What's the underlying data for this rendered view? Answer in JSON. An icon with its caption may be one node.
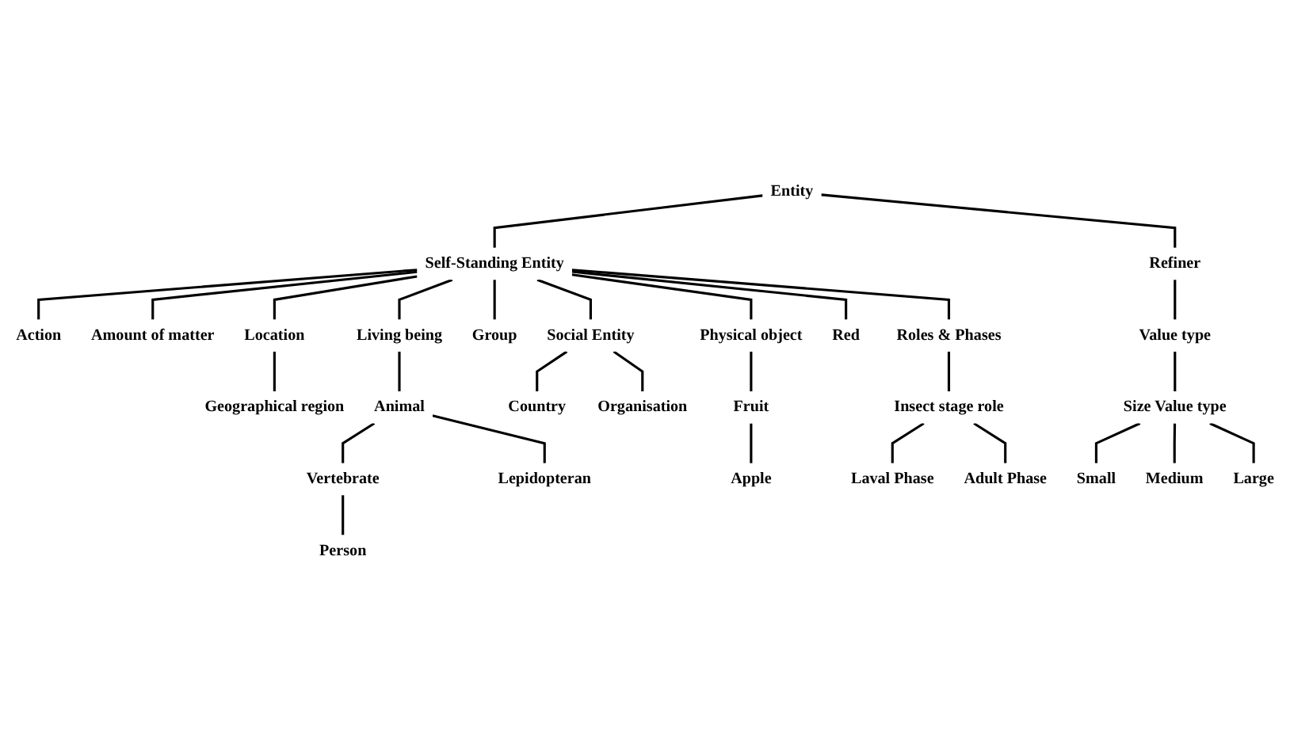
{
  "diagram": {
    "nodes": [
      {
        "text": [
          "Entity"
        ]
      },
      {
        "text": [
          "Self-Standing Entity"
        ]
      },
      {
        "text": [
          "Refiner"
        ]
      },
      {
        "text": [
          "Action"
        ]
      },
      {
        "text": [
          "Amount of matter"
        ]
      },
      {
        "text": [
          "Living being"
        ]
      },
      {
        "text": [
          "Group"
        ]
      },
      {
        "text": [
          "Social Entity"
        ]
      },
      {
        "text": [
          "Physical object"
        ]
      },
      {
        "text": [
          "Red"
        ]
      },
      {
        "text": [
          "Roles & Phases"
        ]
      },
      {
        "text": [
          "Value type"
        ]
      },
      {
        "text": [
          "Location"
        ]
      },
      {
        "text": [
          "Animal"
        ]
      },
      {
        "text": [
          "Fruit"
        ]
      },
      {
        "text": [
          "Insect stage role"
        ]
      },
      {
        "text": [
          "Size Value type"
        ]
      },
      {
        "text": [
          "Vertebrate"
        ]
      },
      {
        "text": [
          "Lepidopteran"
        ]
      },
      {
        "text": [
          "Apple"
        ]
      },
      {
        "text": [
          "Laval Phase"
        ]
      },
      {
        "text": [
          "Adult Phase"
        ]
      },
      {
        "text": [
          "Small"
        ]
      },
      {
        "text": [
          "Medium"
        ]
      },
      {
        "text": [
          "Large"
        ]
      },
      {
        "text": [
          "Country"
        ]
      },
      {
        "text": [
          "Organisation"
        ]
      },
      {
        "text": [
          "Person"
        ]
      },
      {
        "text": [
          "Geographical region"
        ]
      }
    ],
    "edges": [
      {
        "from": 0,
        "to": 1,
        "arrow": "none"
      },
      {
        "from": 0,
        "to": 2,
        "arrow": "none"
      },
      {
        "from": 1,
        "to": 3,
        "arrow": "none"
      },
      {
        "from": 1,
        "to": 4,
        "arrow": "none"
      },
      {
        "from": 1,
        "to": 12,
        "arrow": "none"
      },
      {
        "from": 1,
        "to": 5,
        "arrow": "none"
      },
      {
        "from": 1,
        "to": 6,
        "arrow": "none"
      },
      {
        "from": 1,
        "to": 7,
        "arrow": "none"
      },
      {
        "from": 1,
        "to": 8,
        "arrow": "none"
      },
      {
        "from": 1,
        "to": 9,
        "arrow": "none"
      },
      {
        "from": 1,
        "to": 10,
        "arrow": "none"
      },
      {
        "from": 2,
        "to": 11,
        "arrow": "none"
      },
      {
        "from": 5,
        "to": 13,
        "arrow": "none"
      },
      {
        "from": 13,
        "to": 17,
        "arrow": "none"
      },
      {
        "from": 13,
        "to": 18,
        "arrow": "none"
      },
      {
        "from": 17,
        "to": 27,
        "arrow": "none"
      },
      {
        "from": 12,
        "to": 28,
        "arrow": "none"
      },
      {
        "from": 8,
        "to": 14,
        "arrow": "none"
      },
      {
        "from": 14,
        "to": 19,
        "arrow": "none"
      },
      {
        "from": 7,
        "to": 25,
        "arrow": "none"
      },
      {
        "from": 7,
        "to": 26,
        "arrow": "none"
      },
      {
        "from": 10,
        "to": 15,
        "arrow": "none"
      },
      {
        "from": 15,
        "to": 20,
        "arrow": "none"
      },
      {
        "from": 15,
        "to": 21,
        "arrow": "none"
      },
      {
        "from": 11,
        "to": 16,
        "arrow": "none"
      },
      {
        "from": 16,
        "to": 22,
        "arrow": "none"
      },
      {
        "from": 16,
        "to": 23,
        "arrow": "none"
      },
      {
        "from": 16,
        "to": 24,
        "arrow": "none"
      }
    ]
  }
}
